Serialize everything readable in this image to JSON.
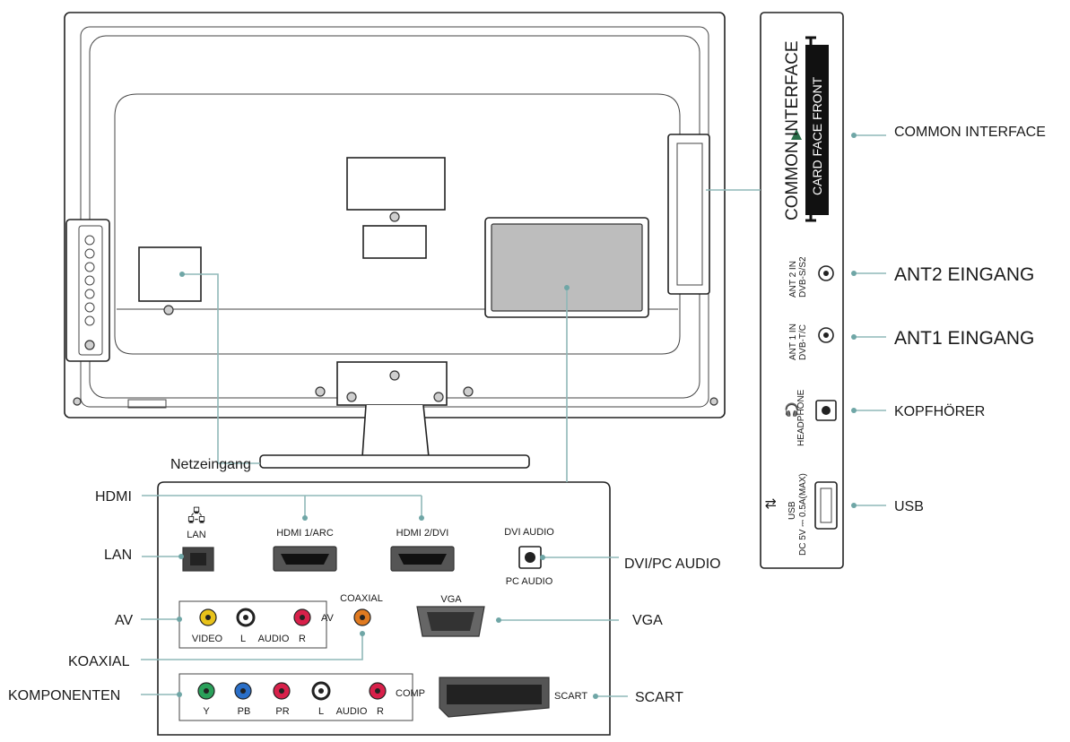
{
  "labels": {
    "common_interface": "COMMON INTERFACE",
    "ant2": "ANT2 EINGANG",
    "ant1": "ANT1 EINGANG",
    "kopfhoerer": "KOPFHÖRER",
    "usb": "USB",
    "netzeingang": "Netzeingang",
    "hdmi": "HDMI",
    "lan": "LAN",
    "av": "AV",
    "koaxial": "KOAXIAL",
    "komponenten": "KOMPONENTEN",
    "dvi_pc_audio": "DVI/PC AUDIO",
    "vga": "VGA",
    "scart": "SCART"
  },
  "side_panel": {
    "ci_title": "COMMON INTERFACE",
    "card_face": "CARD FACE FRONT",
    "ant2_line1": "ANT 2 IN",
    "ant2_line2": "DVB-S/S2",
    "ant1_line1": "ANT 1 IN",
    "ant1_line2": "DVB-T/C",
    "headphone": "HEADPHONE",
    "usb_line1": "USB",
    "usb_line2": "DC 5V ⎓ 0.5A(MAX)"
  },
  "bottom_panel": {
    "lan": "LAN",
    "hdmi1": "HDMI 1/ARC",
    "hdmi2": "HDMI 2/DVI",
    "dvi_audio": "DVI AUDIO",
    "pc_audio": "PC AUDIO",
    "coaxial": "COAXIAL",
    "vga": "VGA",
    "av": "AV",
    "video": "VIDEO",
    "l": "L",
    "audio": "AUDIO",
    "r": "R",
    "comp": "COMP",
    "y": "Y",
    "pb": "PB",
    "pr": "PR",
    "scart": "SCART"
  },
  "colors": {
    "leader": "#8fb8b8",
    "video": "#e8c21a",
    "audio_white": "#ffffff",
    "audio_red": "#d8204a",
    "y_green": "#2aa05a",
    "pb_blue": "#2a6fc8",
    "pr_red": "#d8204a",
    "coaxial": "#e07a20"
  }
}
